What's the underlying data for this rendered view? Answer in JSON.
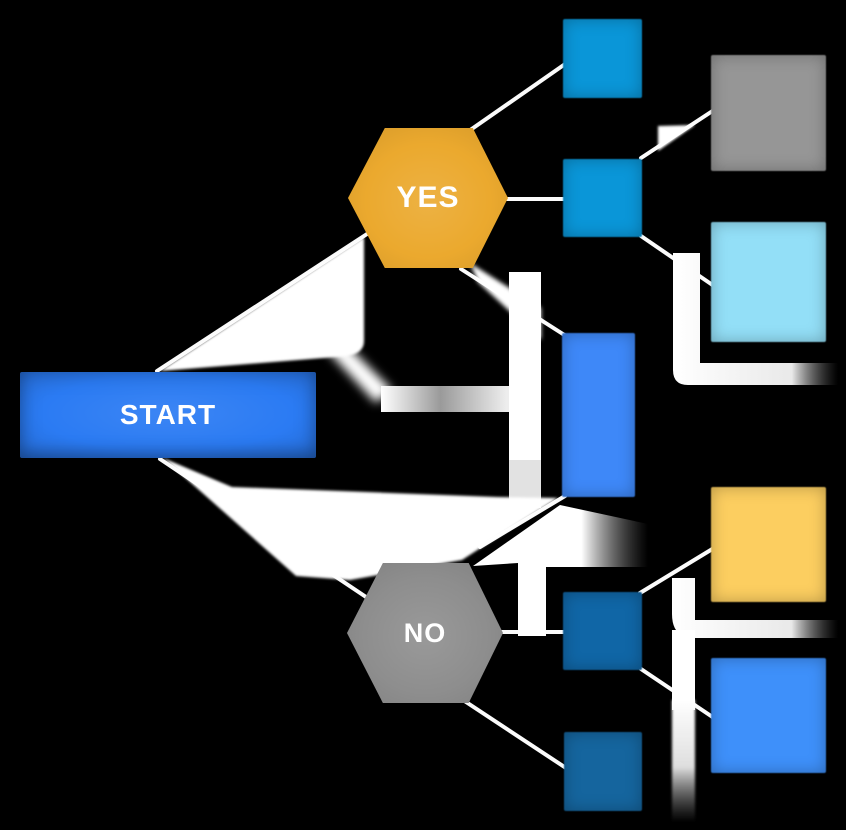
{
  "colors": {
    "background": "#000000",
    "connector": "#fbfbfb"
  },
  "diagram": {
    "nodes": [
      {
        "id": "start",
        "label": "START",
        "shape": "rectangle",
        "color": "#2b7bf3"
      },
      {
        "id": "yes",
        "label": "YES",
        "shape": "hexagon",
        "color": "#eba92e"
      },
      {
        "id": "no",
        "label": "NO",
        "shape": "hexagon",
        "color": "#8e8e8e"
      },
      {
        "id": "square-blue-top",
        "label": "",
        "shape": "square",
        "color": "#0a96d8"
      },
      {
        "id": "square-gray",
        "label": "",
        "shape": "square",
        "color": "#969696"
      },
      {
        "id": "square-blue-mid",
        "label": "",
        "shape": "square",
        "color": "#0a96d8"
      },
      {
        "id": "square-skyblue",
        "label": "",
        "shape": "square",
        "color": "#93dff7"
      },
      {
        "id": "rect-blue-center",
        "label": "",
        "shape": "rectangle",
        "color": "#3e88f8"
      },
      {
        "id": "square-yellow",
        "label": "",
        "shape": "square",
        "color": "#fcce60"
      },
      {
        "id": "square-darkblue-upper",
        "label": "",
        "shape": "square",
        "color": "#1066a6"
      },
      {
        "id": "square-blue-lower",
        "label": "",
        "shape": "square",
        "color": "#3e90fa"
      },
      {
        "id": "square-darkblue-bottom",
        "label": "",
        "shape": "square",
        "color": "#15659e"
      }
    ],
    "edges": [
      {
        "from": "start",
        "to": "yes"
      },
      {
        "from": "start",
        "to": "no"
      },
      {
        "from": "yes",
        "to": "square-blue-top"
      },
      {
        "from": "yes",
        "to": "square-blue-mid"
      },
      {
        "from": "yes",
        "to": "rect-blue-center"
      },
      {
        "from": "square-blue-mid",
        "to": "square-gray"
      },
      {
        "from": "square-blue-mid",
        "to": "square-skyblue"
      },
      {
        "from": "no",
        "to": "rect-blue-center"
      },
      {
        "from": "no",
        "to": "square-darkblue-upper"
      },
      {
        "from": "no",
        "to": "square-darkblue-bottom"
      },
      {
        "from": "square-darkblue-upper",
        "to": "square-yellow"
      },
      {
        "from": "square-darkblue-upper",
        "to": "square-blue-lower"
      }
    ]
  }
}
